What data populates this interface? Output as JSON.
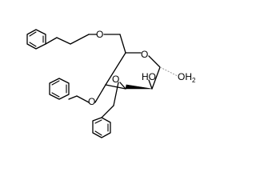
{
  "molecule": {
    "atoms": {
      "ring_oxygen": "O",
      "o_benzyloxy_c6": "O",
      "o_benzyloxy_c4": "O",
      "o_benzyloxy_c3": "O",
      "hydroxyl": "HO",
      "anomeric_group": "OH",
      "anomeric_subscript": "2"
    }
  }
}
